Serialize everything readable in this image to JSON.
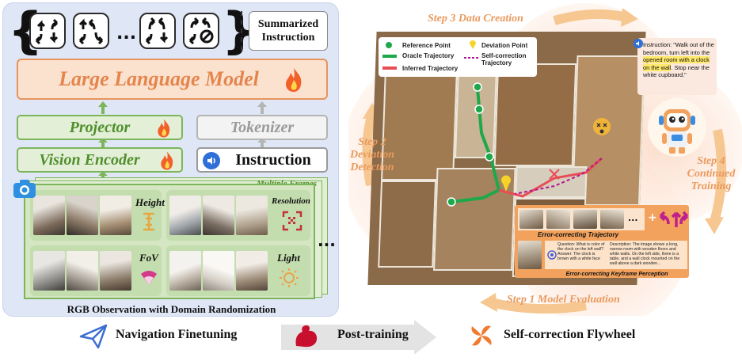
{
  "left_panel": {
    "summarized_instruction": [
      "Summarized",
      "Instruction"
    ],
    "llm_label": "Large Language Model",
    "projector_label": "Projector",
    "vision_encoder_label": "Vision Encoder",
    "tokenizer_label": "Tokenizer",
    "instruction_label": "Instruction",
    "multiple_frames_label": "Multiple Frames",
    "randomization": [
      "Height",
      "Resolution",
      "FoV",
      "Light"
    ],
    "ellipsis": "...",
    "caption": "RGB Observation with Domain Randomization"
  },
  "right_panel": {
    "legend": {
      "reference_point": "Reference Point",
      "oracle_trajectory": "Oracle Trajectory",
      "inferred_trajectory": "Inferred Trajectory",
      "deviation_point": "Deviation Point",
      "self_correction_trajectory": [
        "Self-correction",
        "Trajectory"
      ]
    },
    "steps": {
      "step3": "Step 3 Data Creation",
      "step2": [
        "Step 2",
        "Deviation",
        "Detection"
      ],
      "step4": [
        "Step 4",
        "Continued",
        "Training"
      ],
      "step1": "Step 1 Model Evaluation"
    },
    "instruction_bubble": {
      "pre": "Instruction: \"Walk out of the bedroom, turn left into the ",
      "highlight": "opened room with a clock on the wall",
      "post": ". Stop near the white cupboard.\""
    },
    "trajectory_panel": {
      "ellipsis": "...",
      "plus": "+",
      "caption": "Error-correcting Trajectory",
      "qa_question": "Question: What is color of the clock on the left wall?",
      "qa_answer": "Answer: The clock is brown with a white face",
      "qa_description": "Description: The image shows a long, narrow room with wooden floors and white walls. On the left side, there is a table, and a wall clock mounted on the wall above a dark wooden...",
      "keyframe_caption": "Error-correcting Keyframe Perception"
    }
  },
  "bottom": {
    "navigation_finetuning": "Navigation Finetuning",
    "post_training": "Post-training",
    "self_correction_flywheel": "Self-correction Flywheel"
  },
  "colors": {
    "panel_bg": "#dfe6f5",
    "llm_orange": "#e4854d",
    "green": "#4f8f2c",
    "step_orange": "#e99a5e",
    "oracle_green": "#1fa84b",
    "inferred_red": "#e84c55",
    "self_correction_magenta": "#b0168f"
  },
  "icons": [
    "turn-left-right-icon",
    "flame-icon",
    "speaker-icon",
    "camera-icon",
    "height-icon",
    "resolution-icon",
    "fov-icon",
    "light-icon",
    "paper-plane-icon",
    "flexed-arm-icon",
    "pinwheel-icon",
    "robot-icon"
  ]
}
